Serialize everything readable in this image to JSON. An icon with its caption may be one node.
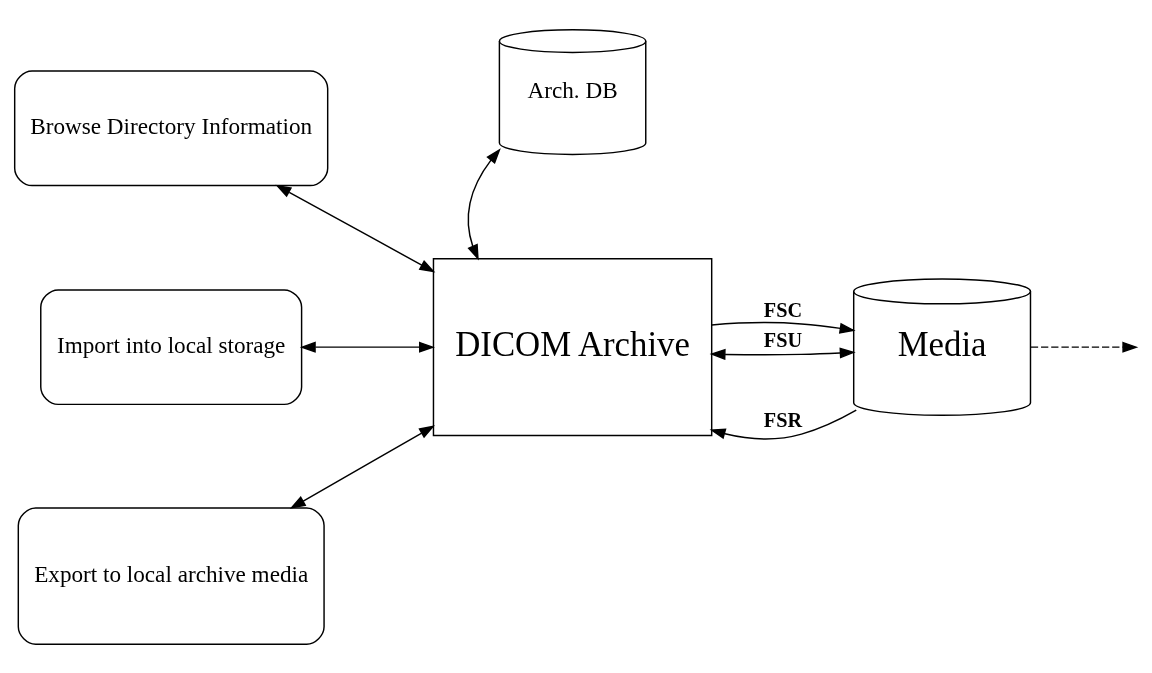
{
  "diagram": {
    "nodes": [
      {
        "text": [
          "Browse Directory Information"
        ]
      },
      {
        "text": [
          "Import into local storage"
        ]
      },
      {
        "text": [
          "Export to local archive media"
        ]
      },
      {
        "text": [
          "Arch. DB"
        ]
      },
      {
        "text": [
          "DICOM Archive"
        ]
      },
      {
        "text": [
          "Media"
        ]
      }
    ],
    "edges": [
      {
        "from": 0,
        "to": 4,
        "arrow": "both"
      },
      {
        "from": 1,
        "to": 4,
        "arrow": "both"
      },
      {
        "from": 2,
        "to": 4,
        "arrow": "both"
      },
      {
        "from": 3,
        "to": 4,
        "arrow": "both"
      },
      {
        "from": 4,
        "to": 5,
        "arrow": "to",
        "label": "FSC"
      },
      {
        "from": 5,
        "to": 4,
        "arrow": "to",
        "label": "FSR"
      },
      {
        "from": 4,
        "to": 5,
        "arrow": "both",
        "label": "FSU"
      },
      {
        "from": 5,
        "to": null,
        "arrow": "to",
        "style": "dashed"
      }
    ]
  }
}
